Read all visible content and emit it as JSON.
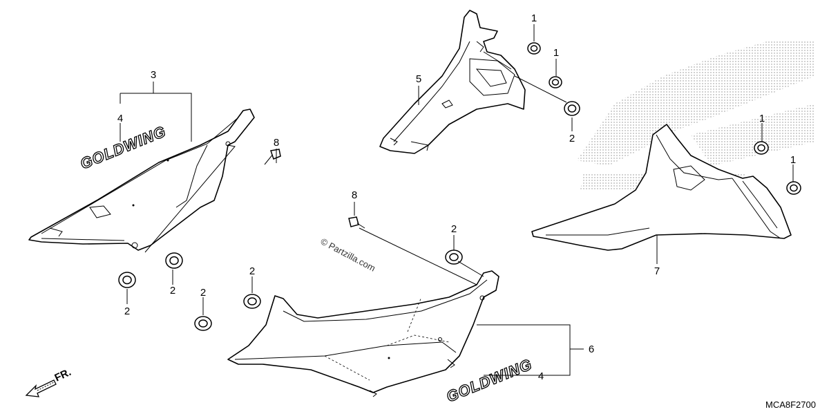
{
  "callouts": {
    "c1a": "1",
    "c1b": "1",
    "c1c": "1",
    "c1d": "1",
    "c2a": "2",
    "c2b": "2",
    "c2c": "2",
    "c2d": "2",
    "c2e": "2",
    "c2f": "2",
    "c3": "3",
    "c4a": "4",
    "c4b": "4",
    "c5": "5",
    "c6": "6",
    "c7": "7",
    "c8a": "8",
    "c8b": "8"
  },
  "emblems": {
    "left": "GOLDWING",
    "right": "GOLDWING"
  },
  "watermark": "© Partzilla.com",
  "diagram_code": "MCA8F2700",
  "direction_label": "FR.",
  "icons": {
    "direction": "front-direction-arrow-icon",
    "background": "honda-wing-logo-icon"
  }
}
